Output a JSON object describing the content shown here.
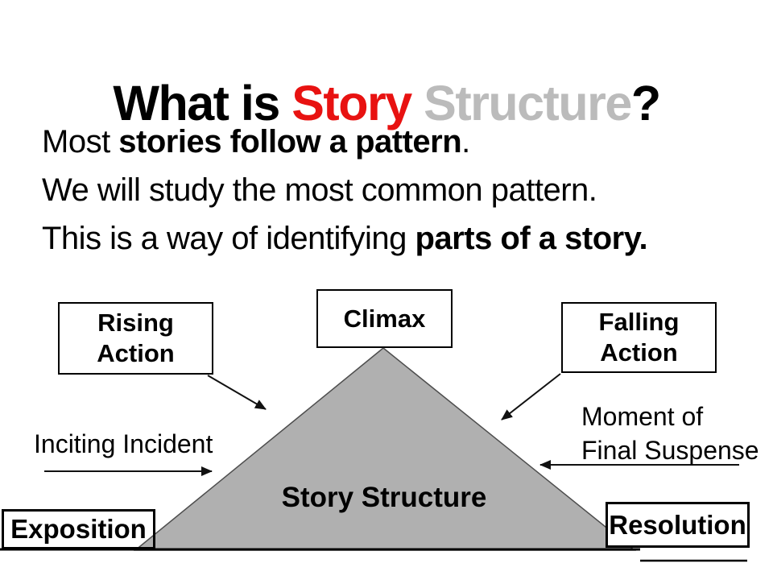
{
  "slide": {
    "title": {
      "part_black_1": "What is ",
      "part_red": "Story",
      "part_gray": " Structure",
      "part_black_2": "?"
    },
    "body_lines": {
      "line1": {
        "pre": "Most ",
        "bold": "stories follow a pattern",
        "post": "."
      },
      "line2": {
        "text": "We will study the most common pattern."
      },
      "line3": {
        "pre": "This is a way of identifying ",
        "bold": "parts of a story."
      }
    },
    "diagram": {
      "triangle_label": "Story Structure",
      "boxes": {
        "rising_action": "Rising\nAction",
        "climax": "Climax",
        "falling_action": "Falling\nAction",
        "exposition": "Exposition",
        "resolution": "Resolution"
      },
      "annotations": {
        "inciting_incident": "Inciting Incident",
        "moment_of_final_suspense": "Moment of\nFinal Suspense"
      }
    },
    "colors": {
      "title_red": "#E81211",
      "title_gray": "#BBBBBB",
      "triangle_fill": "#B0B0B0",
      "text_black": "#000000"
    }
  }
}
